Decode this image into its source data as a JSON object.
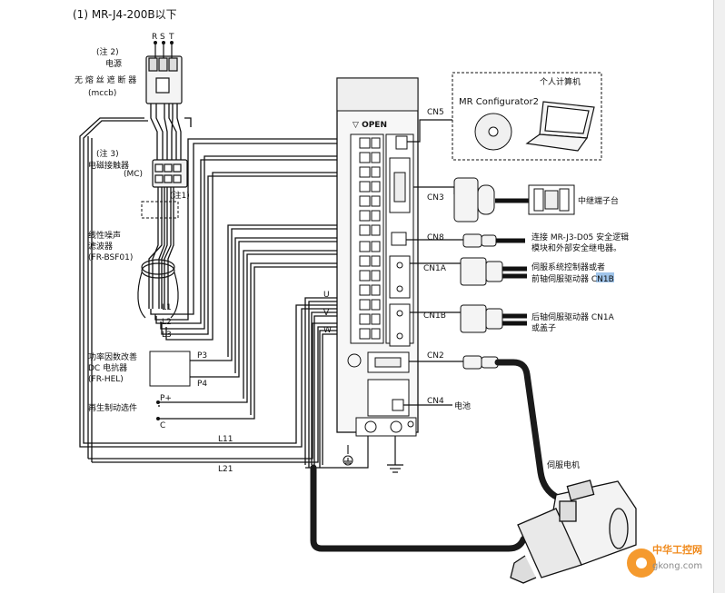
{
  "title": "(1)   MR-J4-200B以下",
  "power": {
    "phases": [
      "R",
      "S",
      "T"
    ],
    "note2": "(注 2)",
    "supply_label": "电源",
    "breaker_label": "无 熔 丝 遮 断 器",
    "breaker_code": "(mccb)"
  },
  "contactor": {
    "note3": "(注 3)",
    "label": "电磁接触器",
    "code": "(MC)",
    "note1": "(注1)"
  },
  "noise_filter": {
    "label_line1": "线性噪声",
    "label_line2": "滤波器",
    "code": "(FR-BSF01)"
  },
  "lines": {
    "L1": "L1",
    "L2": "L2",
    "L3": "L3",
    "U": "U",
    "V": "V",
    "W": "W",
    "P3": "P3",
    "P4": "P4",
    "Pplus": "P+",
    "C": "C",
    "L11": "L11",
    "L21": "L21"
  },
  "reactor": {
    "label_line1": "功率因数改善",
    "label_line2": "DC 电抗器",
    "code": "(FR-HEL)"
  },
  "regen": {
    "label": "再生制动选件"
  },
  "amplifier": {
    "open_label": "OPEN"
  },
  "connectors": {
    "cn5": "CN5",
    "cn3": "CN3",
    "cn8": "CN8",
    "cn1a": "CN1A",
    "cn1b": "CN1B",
    "cn2": "CN2",
    "cn4": "CN4"
  },
  "pc": {
    "label": "个人计算机",
    "software": "MR Configurator2"
  },
  "relay_terminal": "中继端子台",
  "cn8_text_line1": "连接 MR-J3-D05 安全逻辑",
  "cn8_text_line2": "模块和外部安全继电器。",
  "cn1a_text_line1": "伺服系统控制器或者",
  "cn1a_text_line2_before": "前轴伺服驱动器 ",
  "cn1a_text_highlight": "CN1",
  "cn1a_text_line2_after": "B",
  "cn1b_text_line1": "后轴伺服驱动器 CN1A",
  "cn1b_text_line2": "或盖子",
  "battery_label": "电池",
  "motor_label": "伺服电机",
  "watermark": {
    "cn": "中华工控网",
    "url": "gkong.com"
  },
  "colors": {
    "line": "#111111",
    "cable": "#222222",
    "highlight": "#9fc4ea",
    "watermark": "#f08a1c"
  }
}
